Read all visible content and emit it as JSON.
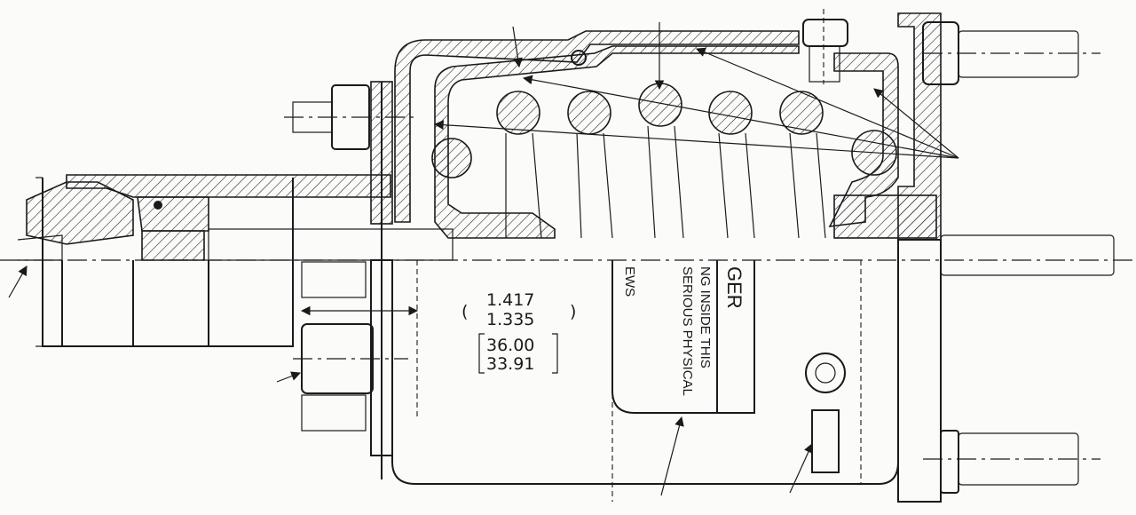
{
  "dimension": {
    "upper": "1.417",
    "lower": "1.335",
    "metric_upper": "36.00",
    "metric_lower": "33.91",
    "open_paren": "(",
    "close_paren": ")"
  },
  "warning_label": {
    "header": "GER",
    "line1": "NG INSIDE THIS",
    "line2": "SERIOUS PHYSICAL",
    "line3": "EWS"
  }
}
